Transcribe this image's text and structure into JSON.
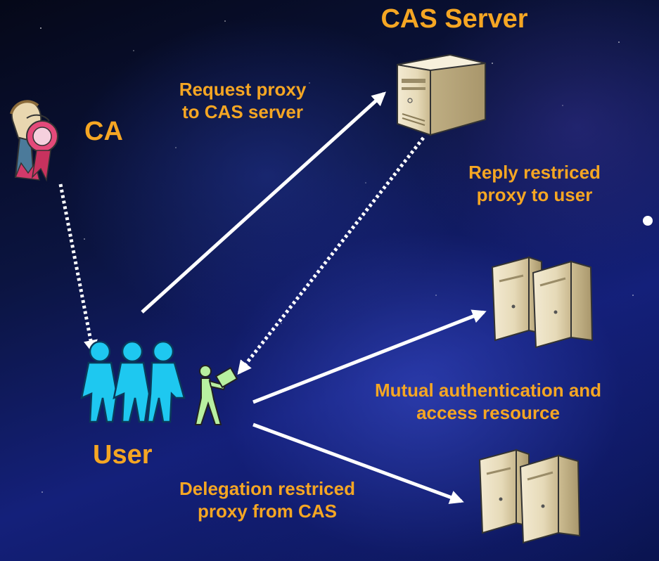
{
  "nodes": {
    "cas_server": "CAS Server",
    "ca": "CA",
    "user": "User"
  },
  "edges": {
    "request_proxy": [
      "Request proxy",
      "to CAS server"
    ],
    "reply_proxy": [
      "Reply restriced",
      "proxy to user"
    ],
    "mutual_auth": [
      "Mutual authentication and",
      "access resource"
    ],
    "delegation": [
      "Delegation restriced",
      "proxy from CAS"
    ]
  },
  "colors": {
    "label": "#f5a623",
    "arrow": "#ffffff",
    "user_figures": "#1ec8f0",
    "walker": "#b8f0a0"
  }
}
